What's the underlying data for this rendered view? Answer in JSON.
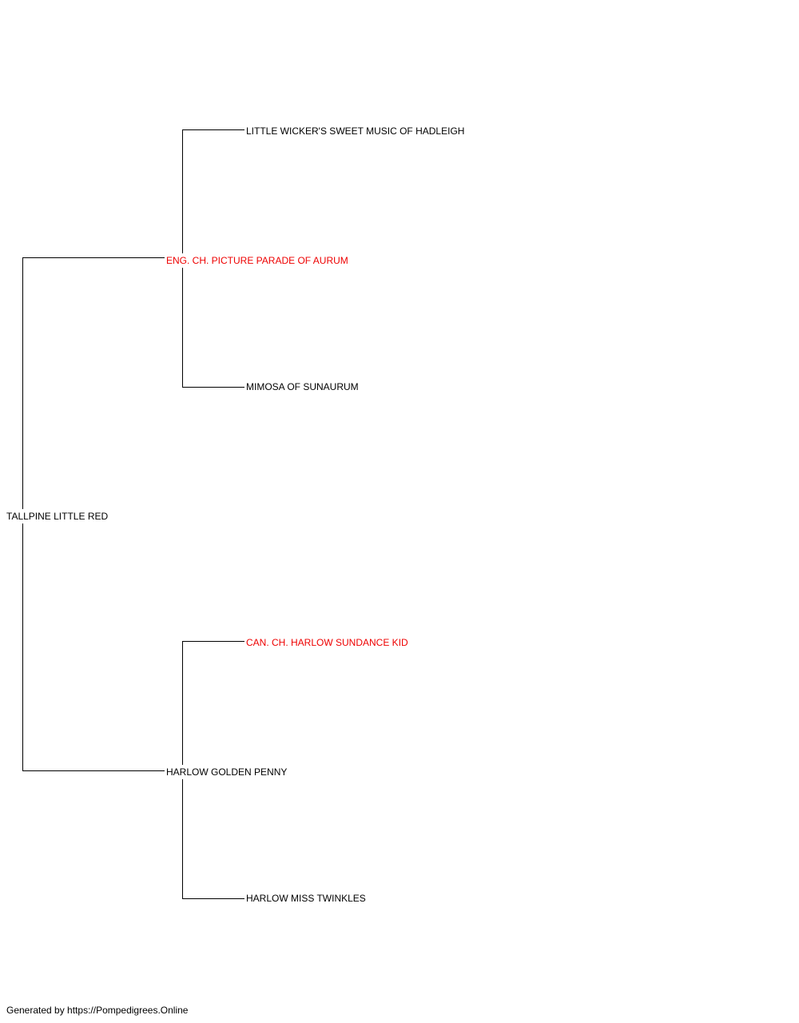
{
  "pedigree": {
    "subject": {
      "name": "TALLPINE LITTLE RED",
      "champion": false
    },
    "sire": {
      "name": "ENG. CH. PICTURE PARADE OF AURUM",
      "champion": true
    },
    "dam": {
      "name": "HARLOW GOLDEN PENNY",
      "champion": false
    },
    "sire_sire": {
      "name": "LITTLE WICKER'S SWEET MUSIC OF HADLEIGH",
      "champion": false
    },
    "sire_dam": {
      "name": "MIMOSA OF SUNAURUM",
      "champion": false
    },
    "dam_sire": {
      "name": "CAN. CH. HARLOW SUNDANCE KID",
      "champion": true
    },
    "dam_dam": {
      "name": "HARLOW MISS TWINKLES",
      "champion": false
    }
  },
  "colors": {
    "line": "#000000",
    "champion": "#ee0000",
    "text": "#000000"
  },
  "footer": {
    "text": "Generated by https://Pompedigrees.Online"
  }
}
